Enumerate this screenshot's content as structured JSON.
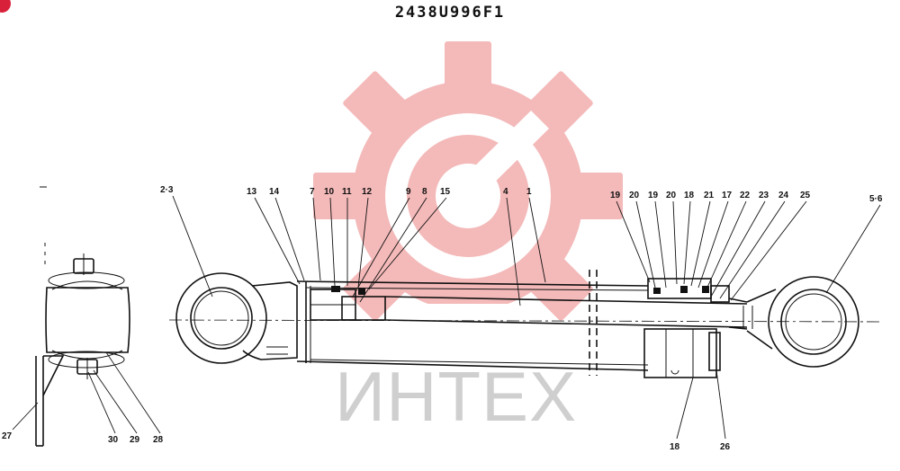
{
  "drawing_number": "2438U996F1",
  "watermark": {
    "text": "ИНТЕХ",
    "gear_color": "#f4b6b6",
    "text_color": "#cfcfcf"
  },
  "callouts": [
    {
      "id": "c-2-3",
      "label": "2·3"
    },
    {
      "id": "c-13",
      "label": "13"
    },
    {
      "id": "c-14",
      "label": "14"
    },
    {
      "id": "c-7",
      "label": "7"
    },
    {
      "id": "c-10",
      "label": "10"
    },
    {
      "id": "c-11",
      "label": "11"
    },
    {
      "id": "c-12",
      "label": "12"
    },
    {
      "id": "c-9",
      "label": "9"
    },
    {
      "id": "c-8",
      "label": "8"
    },
    {
      "id": "c-15",
      "label": "15"
    },
    {
      "id": "c-4",
      "label": "4"
    },
    {
      "id": "c-1",
      "label": "1"
    },
    {
      "id": "c-19a",
      "label": "19"
    },
    {
      "id": "c-20a",
      "label": "20"
    },
    {
      "id": "c-19b",
      "label": "19"
    },
    {
      "id": "c-20b",
      "label": "20"
    },
    {
      "id": "c-18a",
      "label": "18"
    },
    {
      "id": "c-21",
      "label": "21"
    },
    {
      "id": "c-17",
      "label": "17"
    },
    {
      "id": "c-22",
      "label": "22"
    },
    {
      "id": "c-23",
      "label": "23"
    },
    {
      "id": "c-24",
      "label": "24"
    },
    {
      "id": "c-25",
      "label": "25"
    },
    {
      "id": "c-5-6",
      "label": "5·6"
    },
    {
      "id": "c-27",
      "label": "27"
    },
    {
      "id": "c-30",
      "label": "30"
    },
    {
      "id": "c-29",
      "label": "29"
    },
    {
      "id": "c-28",
      "label": "28"
    },
    {
      "id": "c-18b",
      "label": "18"
    },
    {
      "id": "c-26",
      "label": "26"
    }
  ]
}
